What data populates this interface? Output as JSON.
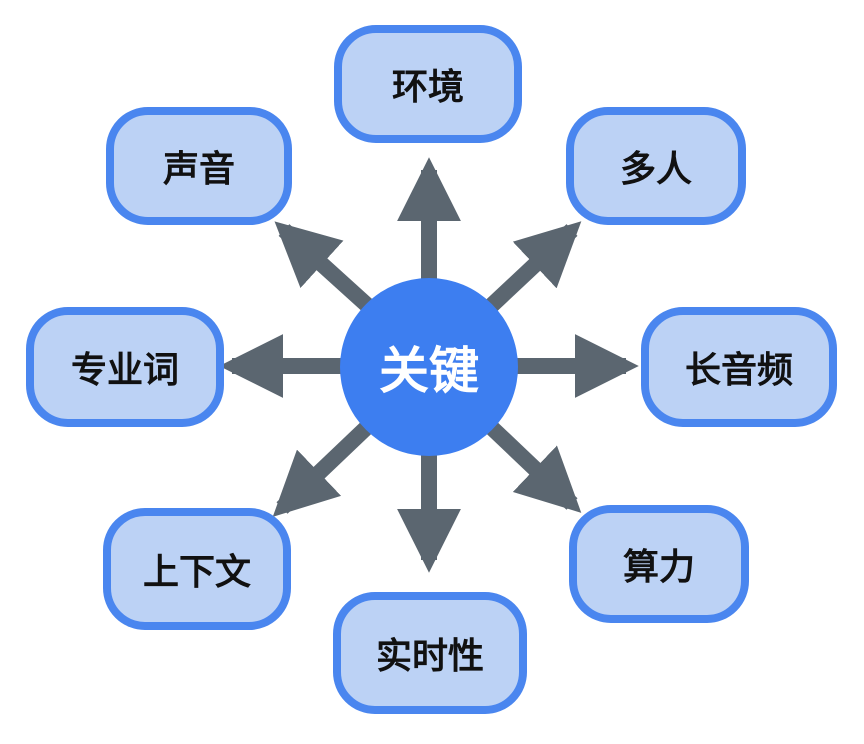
{
  "center": {
    "label": "关键"
  },
  "nodes": {
    "environment": "环境",
    "multi_speaker": "多人",
    "sound": "声音",
    "terminology": "专业词",
    "long_audio": "长音频",
    "context": "上下文",
    "compute": "算力",
    "realtime": "实时性"
  },
  "colors": {
    "hub": "#3d7ef0",
    "node_fill": "#bcd2f5",
    "node_border": "#4a86ef",
    "arrow": "#5b6670",
    "text": "#111111"
  }
}
